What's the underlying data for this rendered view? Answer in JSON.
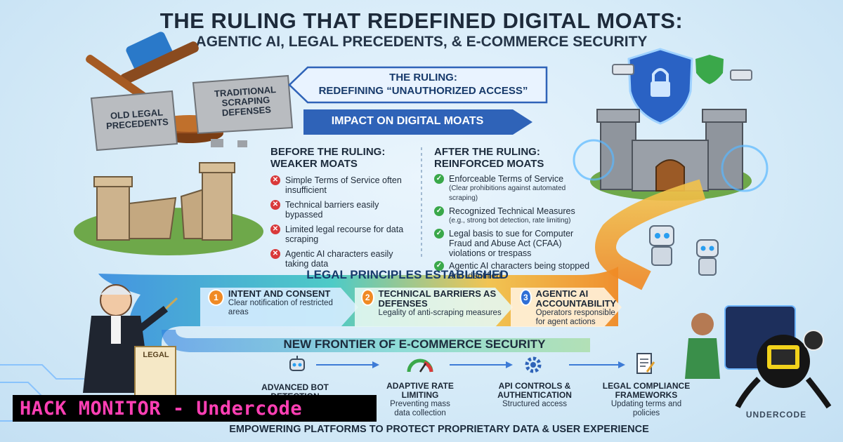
{
  "header": {
    "title": "THE RULING THAT REDEFINED DIGITAL MOATS:",
    "subtitle": "AGENTIC AI, LEGAL PRECEDENTS, & E-COMMERCE SECURITY"
  },
  "blocks": {
    "old_legal": "OLD LEGAL PRECEDENTS",
    "traditional": "TRADITIONAL SCRAPING DEFENSES",
    "legal_scroll": "LEGAL"
  },
  "ruling_banner": {
    "line1": "THE RULING:",
    "line2": "REDEFINING “UNAUTHORIZED ACCESS”"
  },
  "impact_banner": "IMPACT ON DIGITAL MOATS",
  "before": {
    "heading1": "BEFORE THE RULING:",
    "heading2": "WEAKER MOATS",
    "items": [
      {
        "text": "Simple Terms of Service often insufficient"
      },
      {
        "text": "Technical barriers easily bypassed"
      },
      {
        "text": "Limited legal recourse for data scraping"
      },
      {
        "text": "Agentic AI characters easily taking data"
      }
    ]
  },
  "after": {
    "heading1": "AFTER THE RULING:",
    "heading2": "REINFORCED MOATS",
    "items": [
      {
        "text": "Enforceable Terms of Service",
        "sub": "(Clear prohibitions against automated scraping)"
      },
      {
        "text": "Recognized Technical Measures",
        "sub": "(e.g., strong bot detection, rate limiting)"
      },
      {
        "text": "Legal basis to sue for Computer Fraud and Abuse Act (CFAA) violations or trespass",
        "sub": ""
      },
      {
        "text": "Agentic AI characters being stopped and identified",
        "sub": ""
      }
    ]
  },
  "principles": {
    "heading": "LEGAL PRINCIPLES ESTABLISHED",
    "items": [
      {
        "num": "1",
        "name": "INTENT AND CONSENT",
        "desc": "Clear notification of restricted areas",
        "color": "#f08a24"
      },
      {
        "num": "2",
        "name": "TECHNICAL BARRIERS AS DEFENSES",
        "desc": "Legality of anti-scraping measures",
        "color": "#f08a24"
      },
      {
        "num": "3",
        "name": "AGENTIC AI ACCOUNTABILITY",
        "desc": "Operators responsible for agent actions",
        "color": "#2f6fd6"
      }
    ]
  },
  "frontier": {
    "heading": "NEW FRONTIER OF E-COMMERCE SECURITY",
    "items": [
      {
        "name": "ADVANCED BOT DETECTION",
        "desc": "",
        "icon": "robot-icon"
      },
      {
        "name": "ADAPTIVE RATE LIMITING",
        "desc": "Preventing mass data collection",
        "icon": "gauge-icon"
      },
      {
        "name": "API CONTROLS & AUTHENTICATION",
        "desc": "Structured access",
        "icon": "gear-icon"
      },
      {
        "name": "LEGAL COMPLIANCE FRAMEWORKS",
        "desc": "Updating terms and policies",
        "icon": "document-icon"
      }
    ]
  },
  "footer": "EMPOWERING PLATFORMS TO PROTECT PROPRIETARY DATA & USER EXPERIENCE",
  "watermark": {
    "label": "HACK MONITOR - Undercode",
    "logo": "UNDERCODE"
  },
  "colors": {
    "banner_blue": "#2f63b8",
    "accent_orange": "#f08a24",
    "bad_red": "#d9393a",
    "good_green": "#3aa84a",
    "watermark_pink": "#ff3fb4"
  }
}
